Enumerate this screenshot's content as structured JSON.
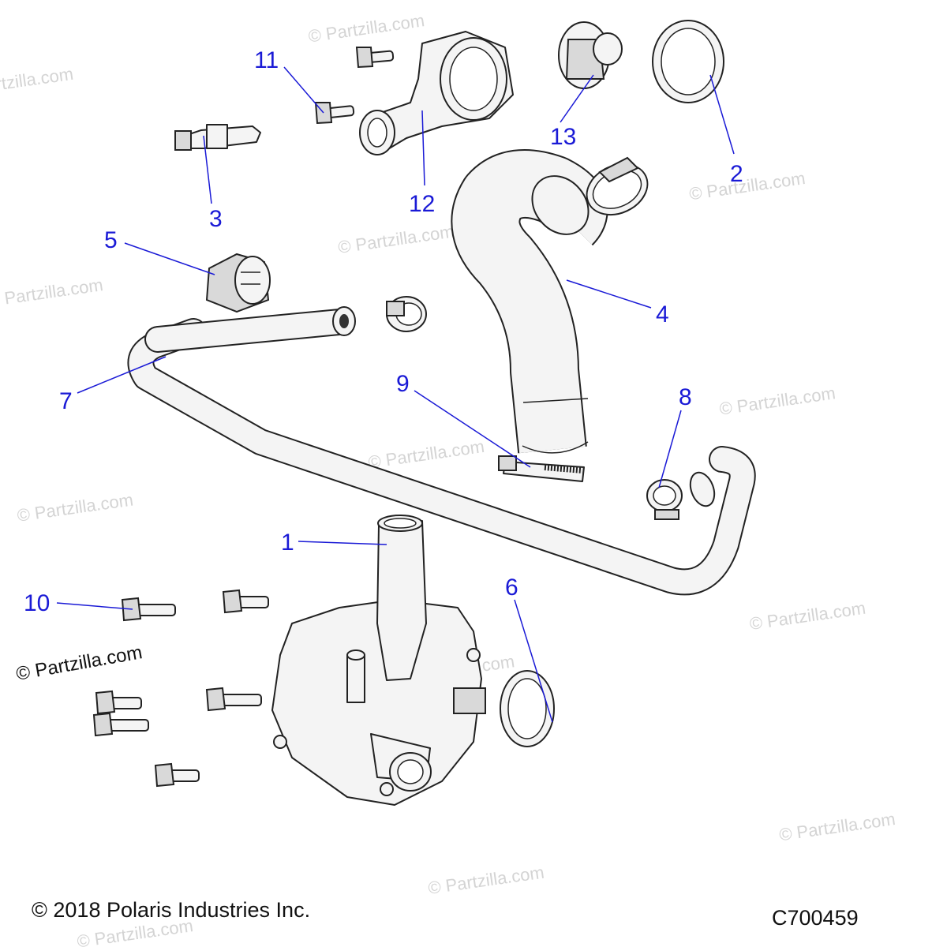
{
  "diagram": {
    "callouts": [
      {
        "id": "1",
        "label": "1"
      },
      {
        "id": "2",
        "label": "2"
      },
      {
        "id": "3",
        "label": "3"
      },
      {
        "id": "4",
        "label": "4"
      },
      {
        "id": "5",
        "label": "5"
      },
      {
        "id": "6",
        "label": "6"
      },
      {
        "id": "7",
        "label": "7"
      },
      {
        "id": "8",
        "label": "8"
      },
      {
        "id": "9",
        "label": "9"
      },
      {
        "id": "10",
        "label": "10"
      },
      {
        "id": "11",
        "label": "11"
      },
      {
        "id": "12",
        "label": "12"
      },
      {
        "id": "13",
        "label": "13"
      }
    ],
    "watermark_text": "© Partzilla.com",
    "watermark_bold_text": "© Partzilla.com",
    "copyright": "© 2018 Polaris Industries Inc.",
    "figure_code": "C700459"
  },
  "colors": {
    "callout": "#1a1ad6",
    "watermark": "#d4d4d4",
    "outline": "#222222"
  }
}
